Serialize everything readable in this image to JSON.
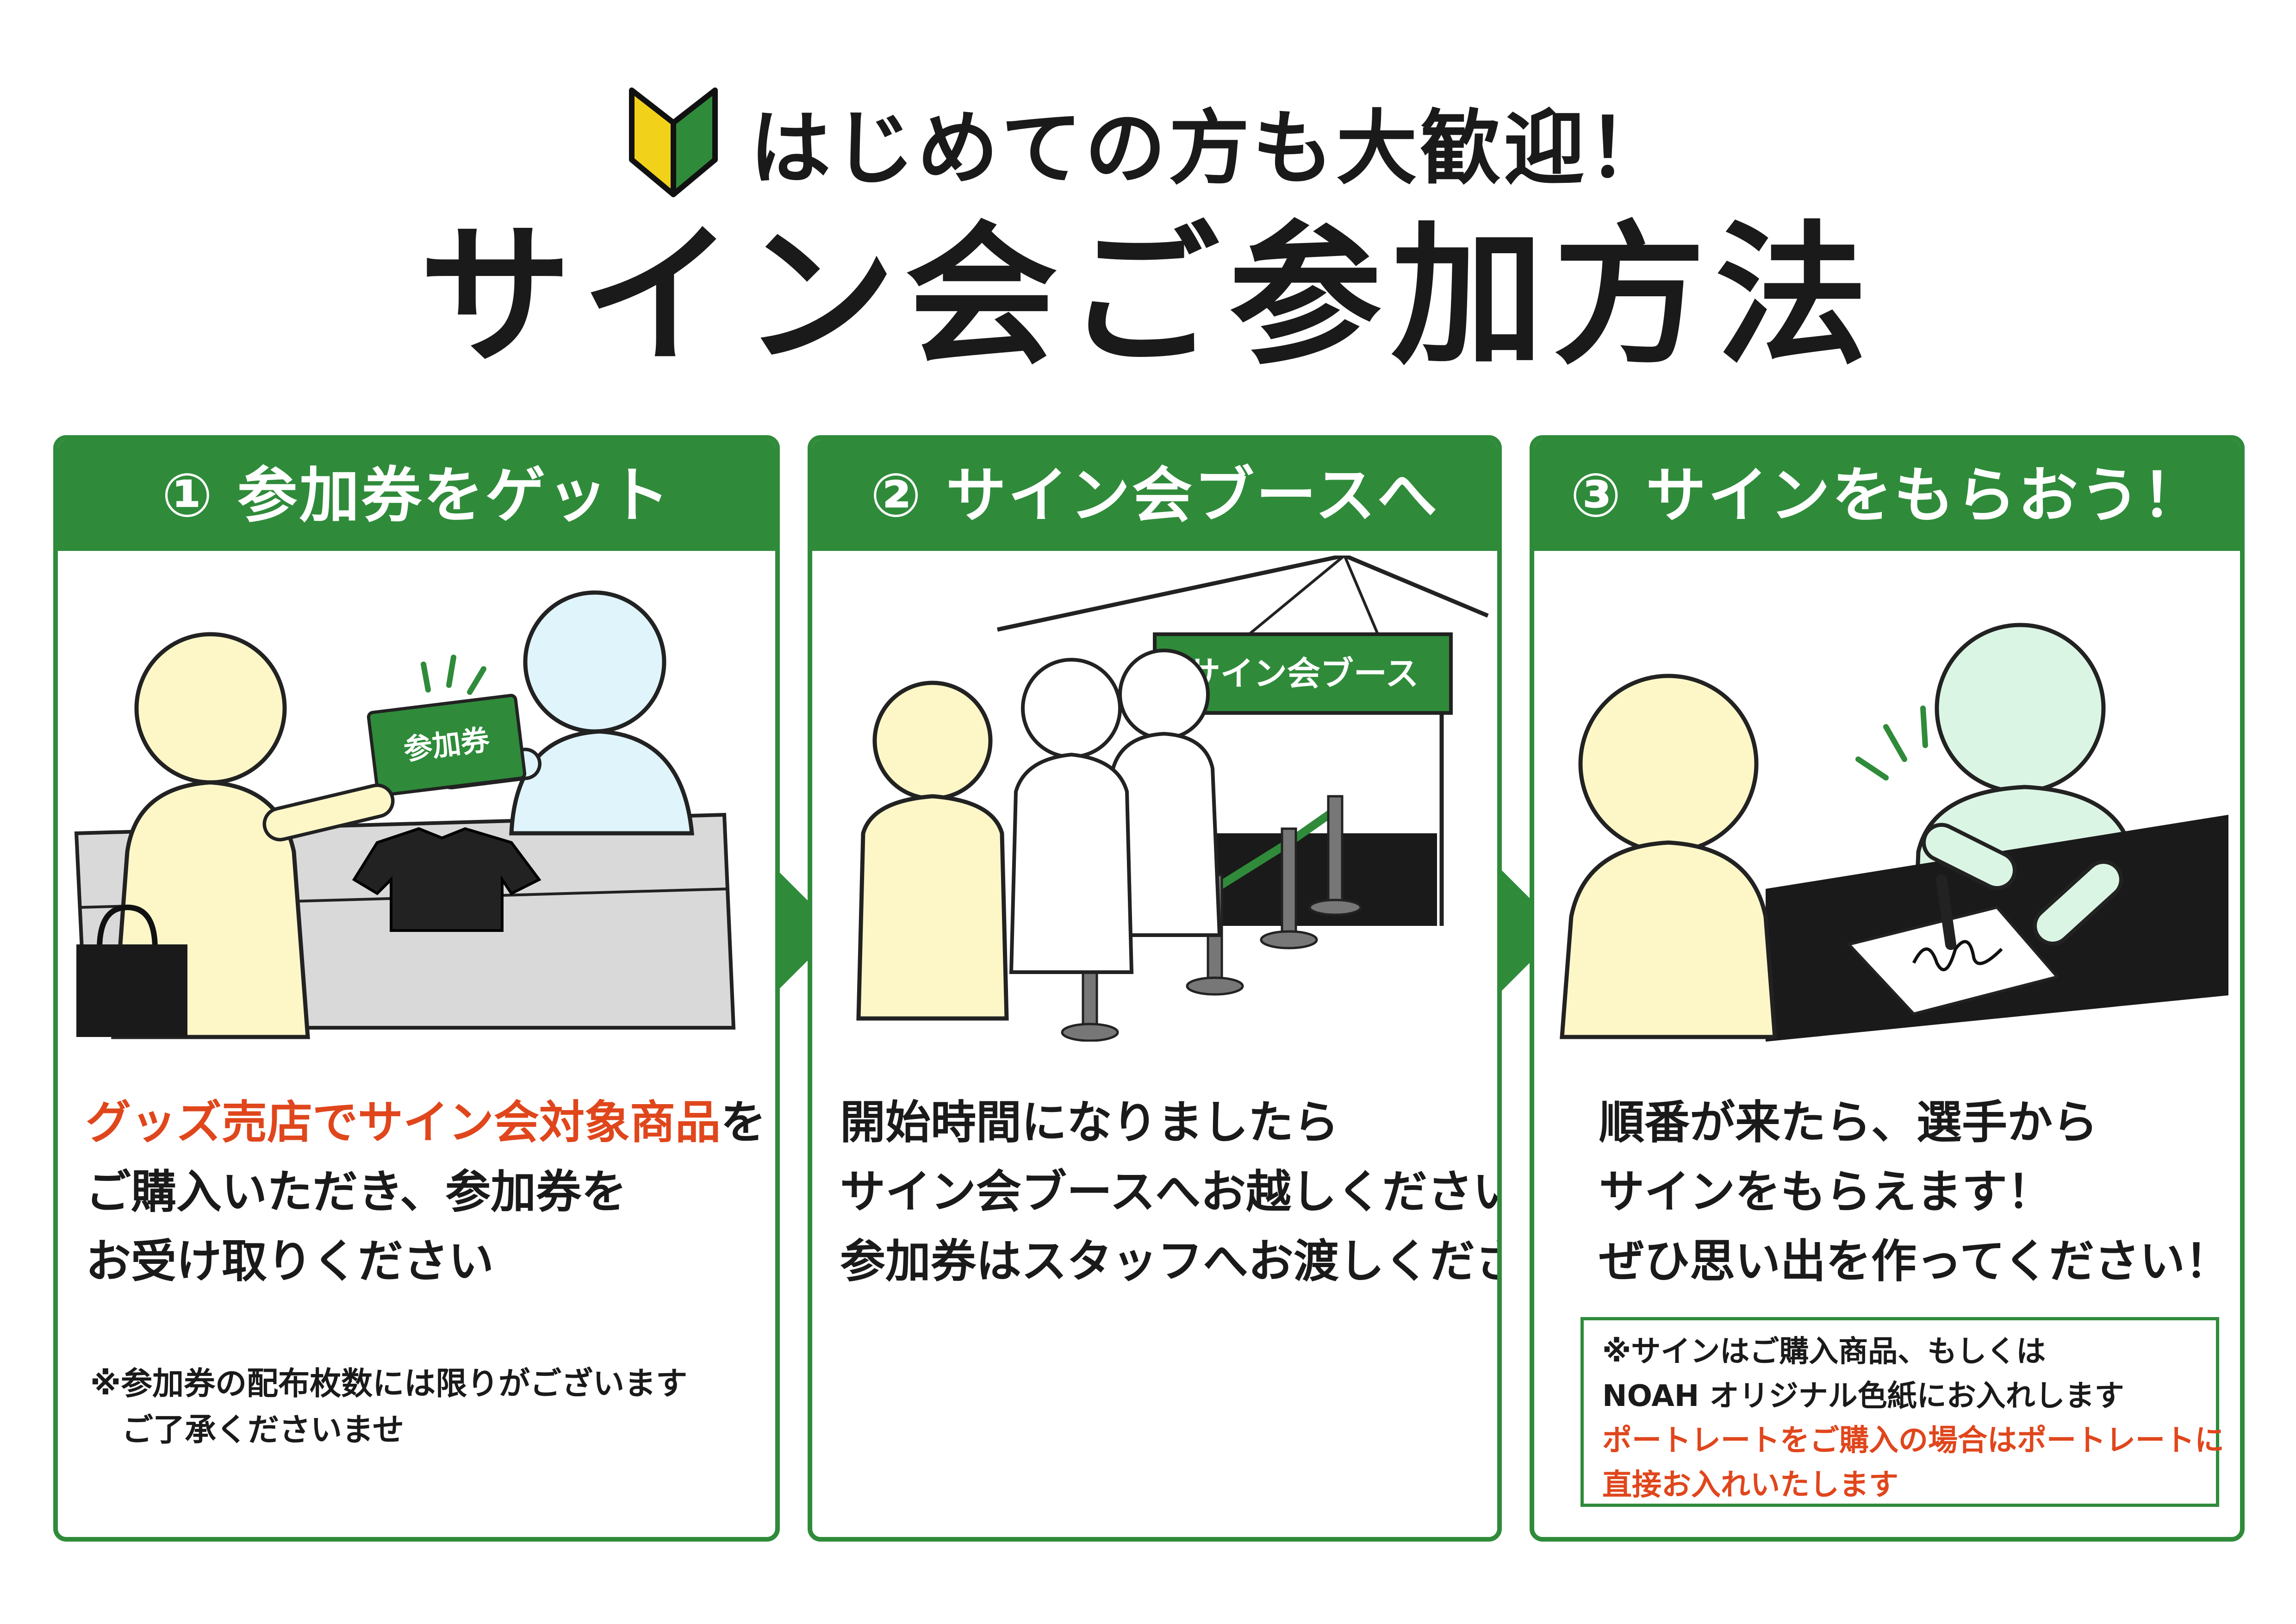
{
  "header": {
    "subtitle": "はじめての方も大歓迎！",
    "title": "サイン会ご参加方法"
  },
  "colors": {
    "brand_green": "#2f8b3a",
    "accent_red": "#e0461c"
  },
  "steps": [
    {
      "heading": "① 参加券をゲット",
      "ticket_label": "参加券",
      "body": [
        {
          "red": "グッズ売店でサイン会対象商品",
          "rest": "を"
        },
        {
          "text": "ご購入いただき、参加券を"
        },
        {
          "text": "お受け取りください"
        }
      ],
      "note": [
        "※参加券の配布枚数には限りがございます",
        "　ご了承くださいませ"
      ]
    },
    {
      "heading": "② サイン会ブースへ",
      "booth_label": "サイン会ブース",
      "body": [
        "開始時間になりましたら",
        "サイン会ブースへお越しください！",
        "参加券はスタッフへお渡しください"
      ]
    },
    {
      "heading": "③ サインをもらおう！",
      "body": [
        "順番が来たら、選手から",
        "サインをもらえます！",
        "ぜひ思い出を作ってください！"
      ],
      "note_box": {
        "lines": [
          "※サインはご購入商品、もしくは",
          "NOAH オリジナル色紙にお入れします"
        ],
        "red_lines": [
          "ポートレートをご購入の場合はポートレートに",
          "直接お入れいたします"
        ]
      }
    }
  ]
}
